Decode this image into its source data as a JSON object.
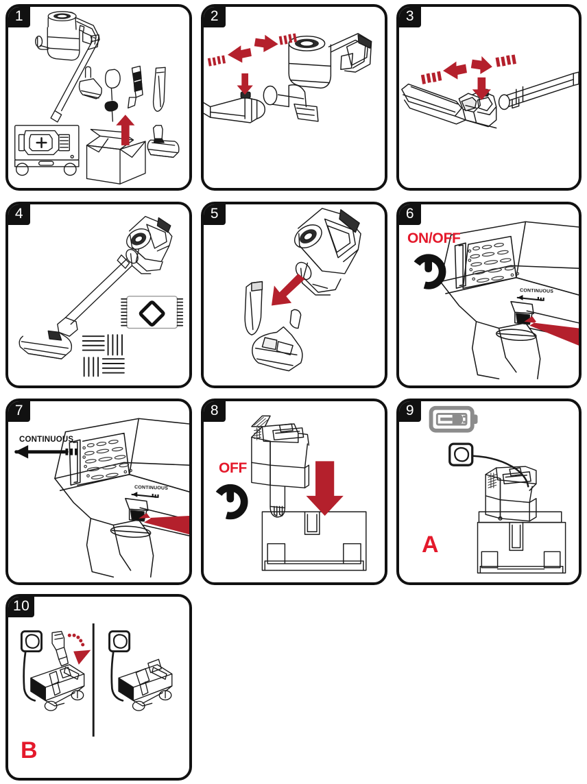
{
  "document": {
    "type": "appliance-instruction-sheet",
    "product": "cordless stick vacuum cleaner",
    "panel_count": 10,
    "colors": {
      "arrow_red": "#B4202C",
      "label_red": "#E4192B",
      "outline_black": "#111111",
      "badge_black": "#111111",
      "battery_gray": "#8C8C8C",
      "paper_white": "#FFFFFF"
    }
  },
  "panels": [
    {
      "number": "1",
      "name": "unbox-contents",
      "labels": [],
      "icons": [
        "vacuum-body-icon",
        "extension-wand-icon",
        "mini-turbo-brush-icon",
        "dusting-brush-icon",
        "combination-tool-icon",
        "crevice-tool-icon",
        "charging-dock-icon",
        "open-box-icon",
        "up-arrow-red",
        "motorised-floor-head-icon"
      ]
    },
    {
      "number": "2",
      "name": "attach-wand-to-body",
      "labels": [],
      "icons": [
        "push-together-arrows-red",
        "press-release-button-arrow-red",
        "vacuum-body-icon",
        "extension-wand-icon"
      ]
    },
    {
      "number": "3",
      "name": "attach-floor-head-to-wand",
      "labels": [],
      "icons": [
        "push-together-arrows-red",
        "press-release-button-arrow-red",
        "floor-head-icon",
        "extension-wand-icon"
      ]
    },
    {
      "number": "4",
      "name": "assembled-vacuum-floor-types",
      "labels": [],
      "icons": [
        "assembled-vacuum-icon",
        "rug-carpet-icon",
        "hard-floor-icon"
      ]
    },
    {
      "number": "5",
      "name": "attach-accessories-to-handheld",
      "labels": [],
      "icons": [
        "handheld-unit-icon",
        "crevice-tool-icon",
        "mini-turbo-brush-icon",
        "attach-arrow-red"
      ]
    },
    {
      "number": "6",
      "name": "power-on-off-trigger",
      "labels": [
        "ON/OFF",
        "CONTINUOUS"
      ],
      "icons": [
        "power-symbol-icon",
        "trigger-press-arrow-red",
        "continuous-slider-arrow-icon"
      ]
    },
    {
      "number": "7",
      "name": "continuous-mode-lock",
      "labels": [
        "CONTINUOUS",
        "CONTINUOUS"
      ],
      "icons": [
        "continuous-arrow-icon",
        "trigger-press-arrow-red",
        "continuous-slider-arrow-icon"
      ]
    },
    {
      "number": "8",
      "name": "power-off-dock-unit",
      "labels": [
        "OFF"
      ],
      "icons": [
        "power-symbol-icon",
        "handheld-unit-icon",
        "charging-dock-icon",
        "insert-down-arrow-red"
      ]
    },
    {
      "number": "9",
      "name": "charging-method-a",
      "labels": [
        "A"
      ],
      "icons": [
        "battery-charging-icon",
        "wall-socket-icon",
        "power-cable-icon",
        "vacuum-on-dock-icon"
      ]
    },
    {
      "number": "10",
      "name": "charging-method-b",
      "labels": [
        "B"
      ],
      "icons": [
        "wall-socket-icon",
        "power-cable-icon",
        "charging-dock-icon",
        "insert-plug-curved-arrow-red",
        "divider-line"
      ]
    }
  ],
  "text_labels": {
    "on_off": "ON/OFF",
    "off": "OFF",
    "continuous": "CONTINUOUS",
    "letter_a": "A",
    "letter_b": "B"
  },
  "panel_numbers": {
    "p1": "1",
    "p2": "2",
    "p3": "3",
    "p4": "4",
    "p5": "5",
    "p6": "6",
    "p7": "7",
    "p8": "8",
    "p9": "9",
    "p10": "10"
  }
}
